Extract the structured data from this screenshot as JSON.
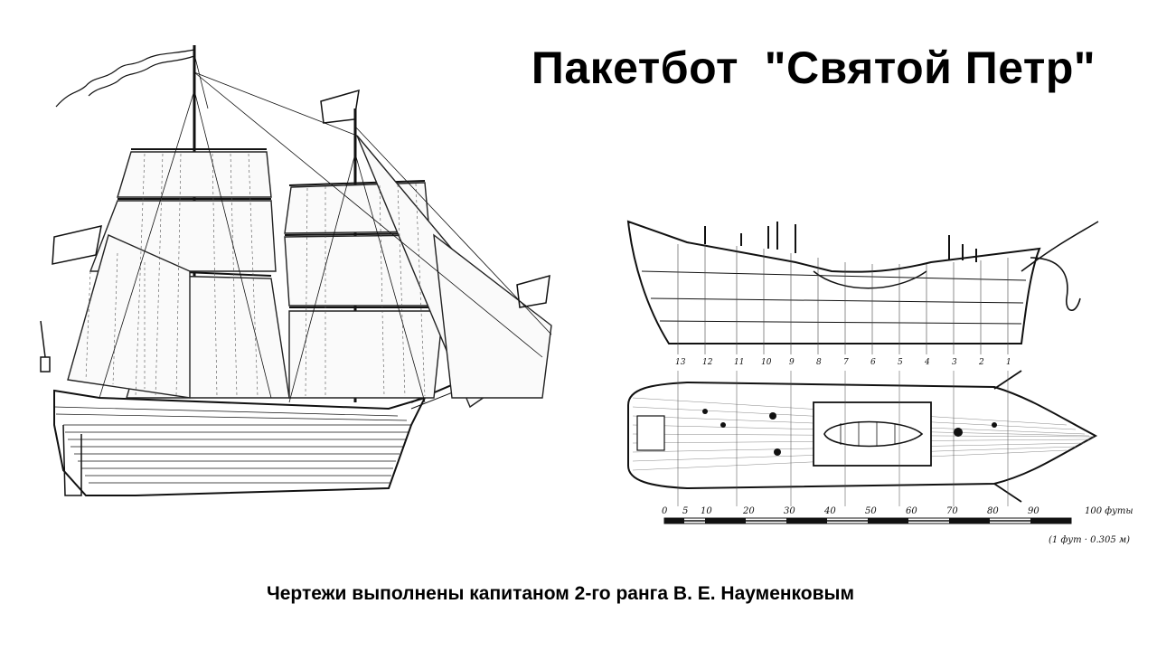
{
  "title": "Пакетбот  \"Святой Петр\"",
  "caption": "Чертежи выполнены капитаном 2-го ранга В. Е. Науменковым",
  "frame_numbers": [
    "13",
    "12",
    "11",
    "10",
    "9",
    "8",
    "7",
    "6",
    "5",
    "4",
    "3",
    "2",
    "1"
  ],
  "scale": {
    "ticks": [
      "0",
      "5",
      "10",
      "20",
      "30",
      "40",
      "50",
      "60",
      "70",
      "80",
      "90"
    ],
    "unit_label": "100 футы",
    "conversion": "(1 фут · 0.305 м)"
  }
}
